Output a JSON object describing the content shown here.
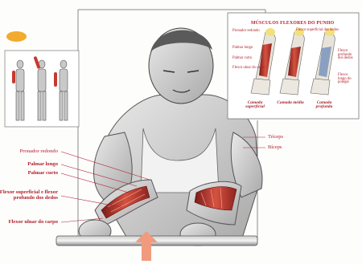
{
  "accent_color": "#b2202a",
  "badge_color": "#f2ab2e",
  "inset": {
    "title": "MÚSCULOS FLEXORES DO PUNHO",
    "labels": {
      "pronador_redondo": "Pronador redondo",
      "flexor_superficial": "Flexor superficial dos dedos",
      "palmar_longo": "Palmar longo",
      "palmar_curto": "Palmar curto",
      "flexor_ulnar": "Flexor ulnar do carpo",
      "flexor_profundo": "Flexor profundo dos dedos",
      "flexor_polegar": "Flexor longo do polegar"
    },
    "captions": [
      "Camada superficial",
      "Camada média",
      "Camada profunda"
    ]
  },
  "left_labels": {
    "pronador": "Pronador redondo",
    "palmar_longo": "Palmar longo",
    "palmar_curto": "Palmar curto",
    "flexor_dedos": "Flexor superficial e flexor profundo dos dedos",
    "flexor_ulnar": "Flexor ulnar do carpo"
  },
  "right_labels": {
    "triceps": "Tríceps",
    "biceps": "Bíceps"
  }
}
